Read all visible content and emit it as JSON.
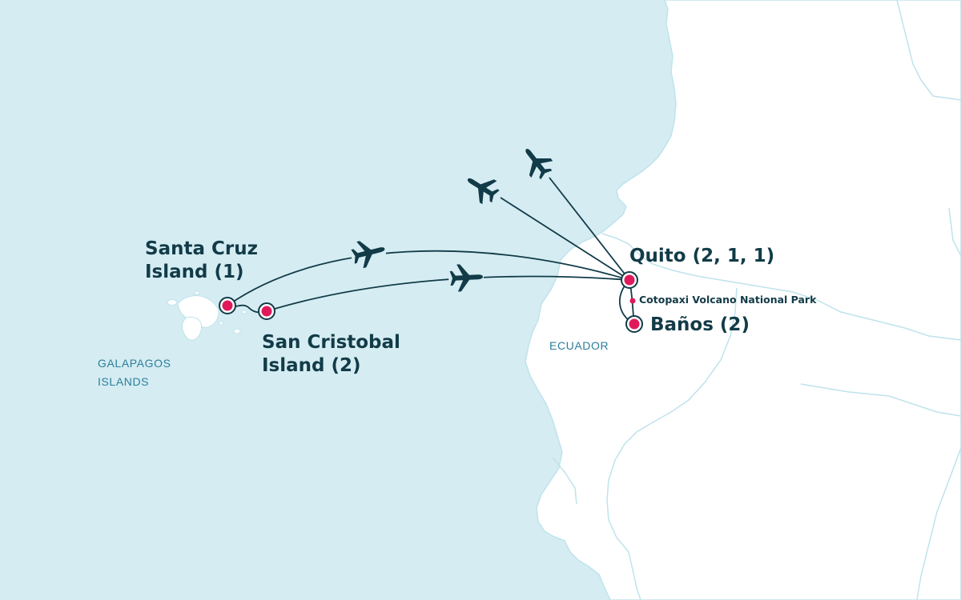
{
  "map": {
    "colors": {
      "sea": "#d5ecf2",
      "land": "#ffffff",
      "border": "#bfe3ec",
      "route": "#123b48",
      "stop_fill": "#e0195a",
      "label": "#123b48",
      "region_label": "#2b7f9a"
    },
    "region_labels": {
      "galapagos_line1": "GALAPAGOS",
      "galapagos_line2": "ISLANDS",
      "country": "ECUADOR"
    },
    "stops": {
      "santa_cruz_line1": "Santa Cruz",
      "santa_cruz_line2": "Island (1)",
      "san_cristobal_line1": "San Cristobal",
      "san_cristobal_line2": "Island (2)",
      "quito": "Quito (2, 1, 1)",
      "banos": "Baños (2)",
      "cotopaxi": "Cotopaxi Volcano National Park"
    },
    "icons": [
      "airplane-icon",
      "stop-marker-icon",
      "waypoint-dot-icon"
    ]
  }
}
